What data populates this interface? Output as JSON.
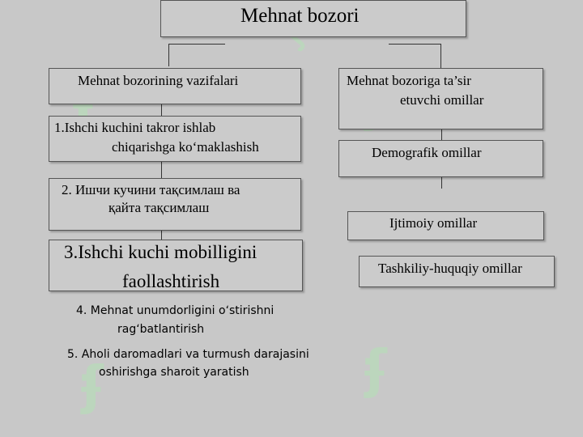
{
  "title": "Mehnat bozori",
  "left": {
    "header": "Mehnat bozorining vazifalari",
    "items": [
      {
        "line1": "1.Ishchi kuchini takror ishlab",
        "line2": "chiqarishga ko‘maklashish"
      },
      {
        "line1": "2. Ишчи кучини тақсимлаш ва",
        "line2": "қайта тақсимлаш"
      },
      {
        "line1": "3.Ishchi kuchi mobilligini",
        "line2": "faollashtirish"
      },
      {
        "line1": "4. Mehnat unumdorligini oʻstirishni",
        "line2": "ragʻbatlantirish"
      },
      {
        "line1": "5. Aholi daromadlari va turmush darajasini",
        "line2": "oshirishga sharoit yaratish"
      }
    ]
  },
  "right": {
    "header_line1": "Mehnat bozoriga ta’sir",
    "header_line2": "etuvchi omillar",
    "items": [
      "Demografik omillar",
      "Ijtimoiy omillar",
      "Tashkiliy-huquqiy omillar"
    ]
  },
  "colors": {
    "background": "#c8c8c8",
    "watermark": "#bcd6bd",
    "border": "#555555"
  }
}
